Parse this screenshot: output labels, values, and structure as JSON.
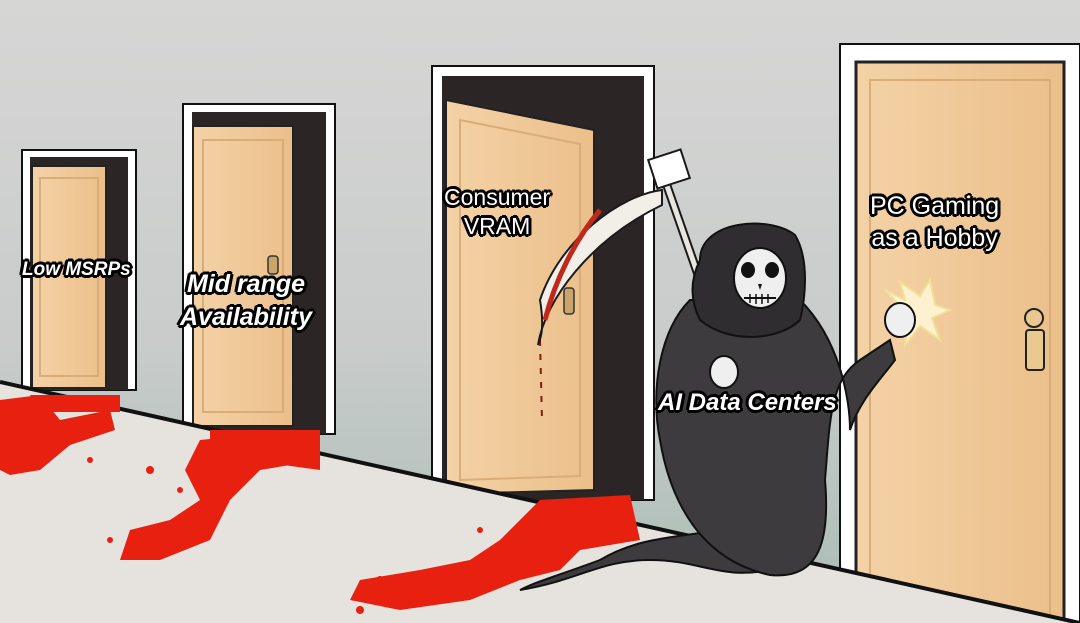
{
  "meme": {
    "template": "Grim Reaper knocking on doors",
    "doors": [
      {
        "label": "Low MSRPs",
        "state": "open, blood below"
      },
      {
        "label": "Mid range\nAvailability",
        "label_line1": "Mid range",
        "label_line2": "Availability",
        "state": "open, blood below"
      },
      {
        "label": "Consumer\nVRAM",
        "label_line1": "Consumer",
        "label_line2": "VRAM",
        "state": "open, blood below"
      },
      {
        "label": "PC Gaming\nas a Hobby",
        "label_line1": "PC Gaming",
        "label_line2": "as a Hobby",
        "state": "closed, being knocked"
      }
    ],
    "reaper": {
      "label": "AI Data Centers"
    }
  },
  "colors": {
    "wall": "#cfd0cf",
    "floor": "#e6e3df",
    "door": "#f0c897",
    "door_dark": "#2b2625",
    "blood": "#e8200f",
    "robe": "#3d3b3d",
    "frame": "#ffffff"
  }
}
